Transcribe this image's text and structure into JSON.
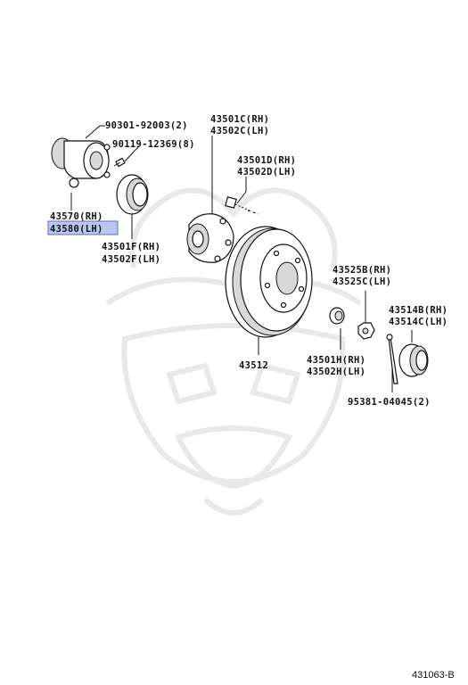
{
  "diagram": {
    "reference_code": "431063-B",
    "callouts": [
      {
        "id": "bolt-90301",
        "text": "90301-92003(2)"
      },
      {
        "id": "bolt-90119",
        "text": "90119-12369(8)"
      },
      {
        "id": "hub-43570",
        "text": "43570(RH)"
      },
      {
        "id": "hub-43580",
        "text": "43580(LH)",
        "highlighted": true
      },
      {
        "id": "seal-43501f",
        "text": "43501F(RH)"
      },
      {
        "id": "seal-43502f",
        "text": "43502F(LH)"
      },
      {
        "id": "hub-43501c",
        "text": "43501C(RH)"
      },
      {
        "id": "hub-43502c",
        "text": "43502C(LH)"
      },
      {
        "id": "bolt-43501d",
        "text": "43501D(RH)"
      },
      {
        "id": "bolt-43502d",
        "text": "43502D(LH)"
      },
      {
        "id": "disc-43512",
        "text": "43512"
      },
      {
        "id": "nut-43525b",
        "text": "43525B(RH)"
      },
      {
        "id": "nut-43525c",
        "text": "43525C(LH)"
      },
      {
        "id": "cap-43514b",
        "text": "43514B(RH)"
      },
      {
        "id": "cap-43514c",
        "text": "43514C(LH)"
      },
      {
        "id": "washer-43501h",
        "text": "43501H(RH)"
      },
      {
        "id": "washer-43502h",
        "text": "43502H(LH)"
      },
      {
        "id": "pin-95381",
        "text": "95381-04045(2)"
      }
    ],
    "highlight_color": "#b9c6ef"
  }
}
